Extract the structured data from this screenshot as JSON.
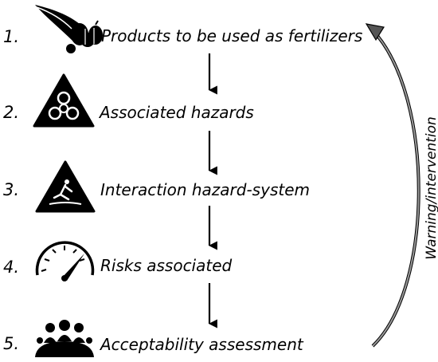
{
  "steps": [
    {
      "number": "1.",
      "label": "Products to be used as fertilizers",
      "icon": "cornucopia-icon"
    },
    {
      "number": "2.",
      "label": "Associated hazards",
      "icon": "biohazard-sign-icon"
    },
    {
      "number": "3.",
      "label": "Interaction hazard-system",
      "icon": "slip-hazard-sign-icon"
    },
    {
      "number": "4.",
      "label": "Risks associated",
      "icon": "gauge-icon"
    },
    {
      "number": "5.",
      "label": "Acceptability assessment",
      "icon": "meeting-group-icon"
    }
  ],
  "feedback_label": "Warning/intervention",
  "colors": {
    "ink": "#000000",
    "feedback_arrow": "#555555",
    "background": "#ffffff"
  }
}
